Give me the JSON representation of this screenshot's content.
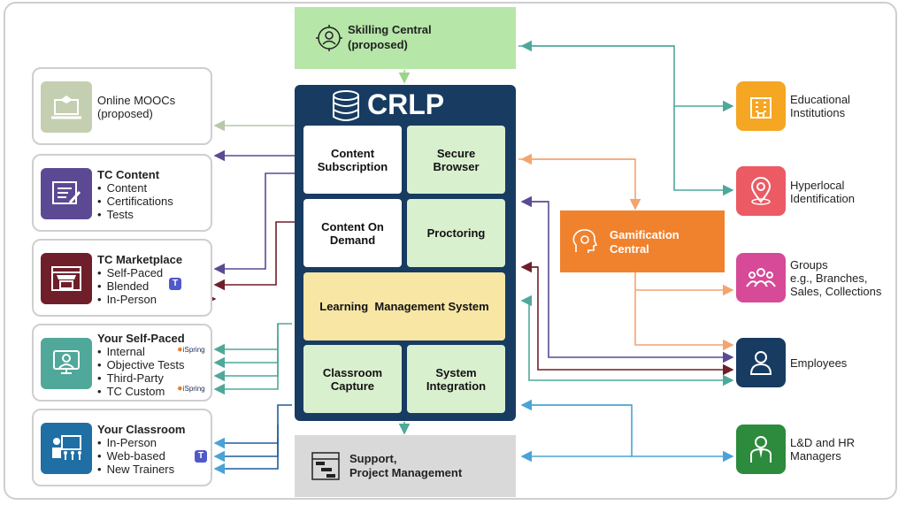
{
  "top": {
    "title": "Skilling Central",
    "subtitle": "(proposed)"
  },
  "bottom": {
    "line1": "Support,",
    "line2": "Project Management"
  },
  "crlp": {
    "title": "CRLP",
    "modules": {
      "content_subscription": [
        "Content",
        "Subscription"
      ],
      "secure_browser": [
        "Secure",
        "Browser"
      ],
      "content_on_demand": [
        "Content On",
        "Demand"
      ],
      "proctoring": "Proctoring",
      "lms": "Learning  Management System",
      "classroom_capture": [
        "Classroom",
        "Capture"
      ],
      "system_integration": [
        "System",
        "Integration"
      ]
    }
  },
  "gamification": {
    "line1": "Gamification",
    "line2": "Central"
  },
  "left": {
    "moocs": {
      "line1": "Online MOOCs",
      "line2": "(proposed)"
    },
    "tc_content": {
      "title": "TC Content",
      "items": [
        "Content",
        "Certifications",
        "Tests"
      ]
    },
    "tc_marketplace": {
      "title": "TC Marketplace",
      "items": [
        "Self-Paced",
        "Blended",
        "In-Person"
      ]
    },
    "self_paced": {
      "title": "Your Self-Paced",
      "items": [
        "Internal",
        "Objective Tests",
        "Third-Party",
        "TC Custom"
      ],
      "badge": "iSpring"
    },
    "classroom": {
      "title": "Your Classroom",
      "items": [
        "In-Person",
        "Web-based",
        "New Trainers"
      ]
    }
  },
  "right": {
    "educational": {
      "lines": [
        "Educational",
        "Institutions"
      ],
      "color": "#f5a623"
    },
    "hyperlocal": {
      "lines": [
        "Hyperlocal",
        "Identification"
      ],
      "color": "#ec5a64"
    },
    "groups": {
      "lines": [
        "Groups",
        "e.g., Branches,",
        "Sales, Collections"
      ],
      "color": "#d64a97"
    },
    "employees": {
      "lines": [
        "Employees"
      ],
      "color": "#173b61"
    },
    "ld_hr": {
      "lines": [
        "L&D and HR",
        "Managers"
      ],
      "color": "#2c8b3c"
    }
  },
  "colors": {
    "navy": "#173b61",
    "green_light": "#b6e6a8",
    "green_module": "#d9f0cf",
    "yellow_module": "#f7e6a4",
    "orange": "#f0822e",
    "teal": "#4fa89a",
    "purple": "#5b4a93",
    "maroon": "#6e1f2a",
    "blue": "#4aa3d6",
    "gray_box": "#d9d9d9"
  },
  "icons": {
    "top": "head-gear-icon",
    "database": "database-icon",
    "moocs": "laptop-cap-icon",
    "tc_content": "document-pen-icon",
    "tc_marketplace": "storefront-icon",
    "self_paced": "learner-screen-icon",
    "classroom": "presenter-icon",
    "educational": "building-icon",
    "hyperlocal": "location-pin-icon",
    "groups": "people-group-icon",
    "employees": "person-icon",
    "ld_hr": "manager-icon",
    "gamification": "brain-gear-icon",
    "support": "gantt-icon",
    "teams": "teams-icon"
  }
}
